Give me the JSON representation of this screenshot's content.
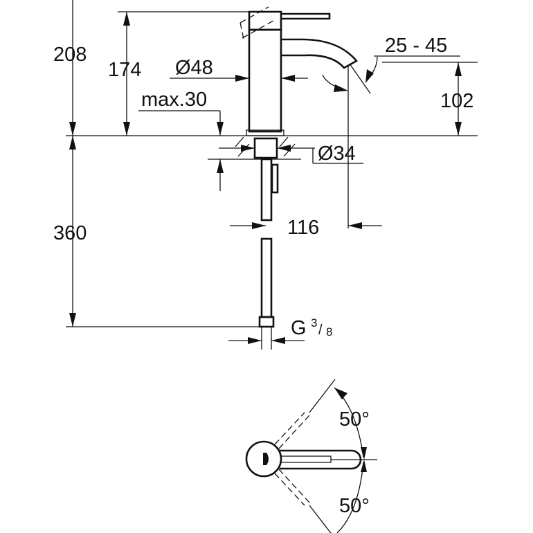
{
  "dimensions": {
    "total_height": "208",
    "body_height": "174",
    "body_diameter": "Ø48",
    "max_thickness": "max.30",
    "spout_angle": "25 - 45",
    "spout_height": "102",
    "hole_diameter": "Ø34",
    "hose_length": "360",
    "projection": "116",
    "connection_prefix": "G",
    "connection_num": "3",
    "connection_slash": "/",
    "connection_den": "8",
    "swivel_angle_top": "50°",
    "swivel_angle_bottom": "50°"
  }
}
